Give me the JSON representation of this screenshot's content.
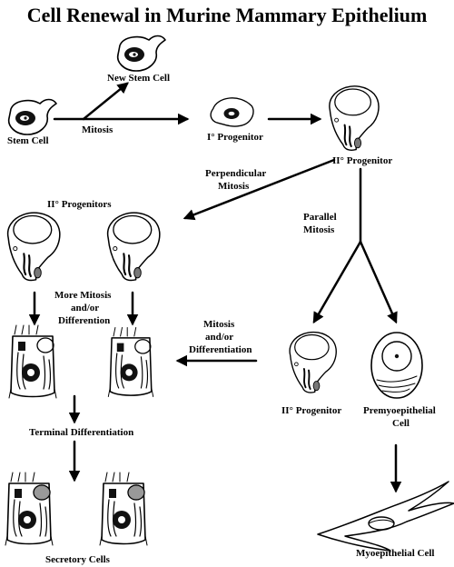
{
  "title": "Cell Renewal in Murine Mammary Epithelium",
  "labels": {
    "new_stem_cell": "New Stem Cell",
    "stem_cell": "Stem Cell",
    "mitosis": "Mitosis",
    "primary_progenitor": "I° Progenitor",
    "secondary_progenitor_top": "II° Progenitor",
    "perpendicular_1": "Perpendicular",
    "perpendicular_2": "Mitosis",
    "parallel_1": "Parallel",
    "parallel_2": "Mitosis",
    "secondary_progenitors": "II° Progenitors",
    "more_mitosis_1": "More Mitosis",
    "more_mitosis_2": "and/or",
    "more_mitosis_3": "Differention",
    "mitosis_diff_1": "Mitosis",
    "mitosis_diff_2": "and/or",
    "mitosis_diff_3": "Differentiation",
    "secondary_progenitor_bottom": "II° Progenitor",
    "premyoepithelial_1": "Premyoepithelial",
    "premyoepithelial_2": "Cell",
    "terminal_differentiation": "Terminal Differentiation",
    "secretory_cells": "Secretory Cells",
    "myoepithelial_cell": "Myoepithelial Cell"
  }
}
